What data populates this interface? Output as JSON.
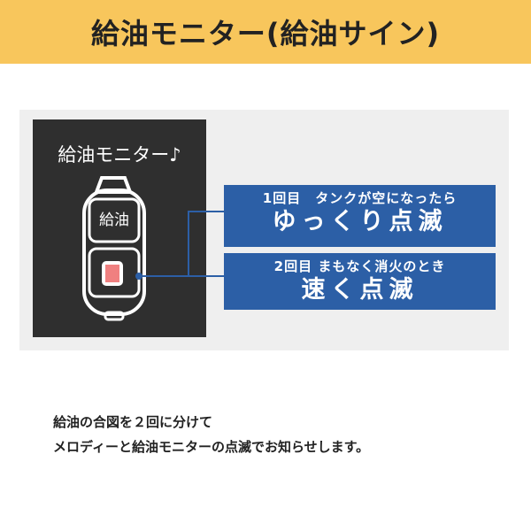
{
  "header": {
    "title": "給油モニター(給油サイン)"
  },
  "panel": {
    "device_title": "給油モニター♪",
    "device_button_label": "給油",
    "lamp_color": "#f08080",
    "notices": [
      {
        "small": "1回目　タンクが空になったら",
        "big": "ゆっくり点滅"
      },
      {
        "small": "2回目 まもなく消火のとき",
        "big": "速く点滅"
      }
    ]
  },
  "caption": {
    "line1": "給油の合図を２回に分けて",
    "line2": "メロディーと給油モニターの点滅でお知らせします。"
  }
}
